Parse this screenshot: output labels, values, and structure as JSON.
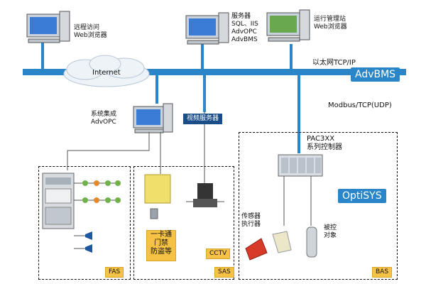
{
  "network": {
    "internet_label": "Internet",
    "ethernet_label": "以太网TCP/IP",
    "modbus_label": "Modbus/TCP(UDP)",
    "advbms_badge": "AdvBMS",
    "optisys_badge": "OptiSYS"
  },
  "nodes": {
    "remote_pc": "远程访问\nWeb浏览器",
    "server_pc": "服务器\nSQL、IIS\nAdvOPC\nAdvBMS",
    "ops_pc": "运行管理站\nWeb浏览器",
    "integration_pc": "系统集成\nAdvOPC",
    "video_server": "视频服务器",
    "pac_controller": "PAC3XX\n系列控制器"
  },
  "subsystems": {
    "fas": "FAS",
    "sas": "SAS",
    "bas": "BAS",
    "access_control": "一卡通\n门禁\n防盗等",
    "cctv": "CCTV",
    "sensor_actuator": "传感器\n执行器",
    "controlled_object": "被控\n对象"
  },
  "colors": {
    "bus": "#2a86c9",
    "badge": "#2a86c9",
    "yellow": "#f6c245",
    "dark_blue": "#1b4e88"
  }
}
